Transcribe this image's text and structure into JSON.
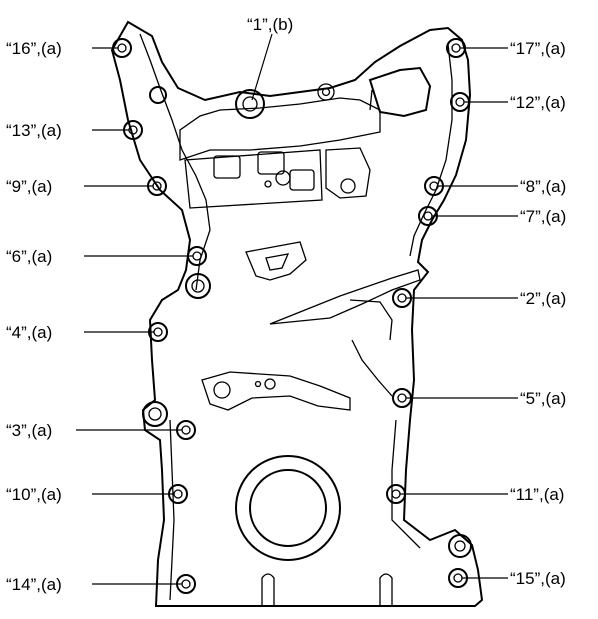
{
  "figure": {
    "callouts": [
      {
        "id": "1",
        "text": "“1”,(b)"
      },
      {
        "id": "16",
        "text": "“16”,(a)"
      },
      {
        "id": "17",
        "text": "“17”,(a)"
      },
      {
        "id": "13",
        "text": "“13”,(a)"
      },
      {
        "id": "12",
        "text": "“12”,(a)"
      },
      {
        "id": "9",
        "text": "“9”,(a)"
      },
      {
        "id": "8",
        "text": "“8”,(a)"
      },
      {
        "id": "7",
        "text": "“7”,(a)"
      },
      {
        "id": "6",
        "text": "“6”,(a)"
      },
      {
        "id": "2",
        "text": "“2”,(a)"
      },
      {
        "id": "4",
        "text": "“4”,(a)"
      },
      {
        "id": "5",
        "text": "“5”,(a)"
      },
      {
        "id": "3",
        "text": "“3”,(a)"
      },
      {
        "id": "10",
        "text": "“10”,(a)"
      },
      {
        "id": "11",
        "text": "“11”,(a)"
      },
      {
        "id": "14",
        "text": "“14”,(a)"
      },
      {
        "id": "15",
        "text": "“15”,(a)"
      }
    ]
  }
}
